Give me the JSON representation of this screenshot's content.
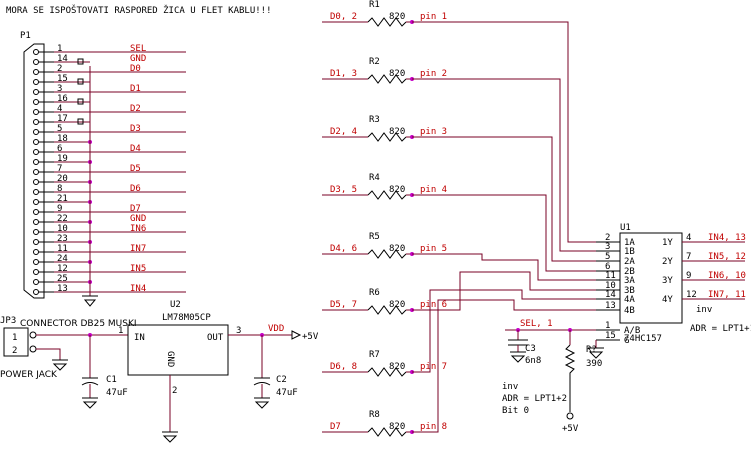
{
  "note": "MORA SE ISPOŠTOVATI RASPORED ŽICA U FLET KABLU!!!",
  "p1": {
    "ref": "P1",
    "name": "CONNECTOR DB25 MUSKI",
    "pins": [
      {
        "num": "1",
        "net": "SEL"
      },
      {
        "num": "14",
        "net": "GND"
      },
      {
        "num": "2",
        "net": "D0"
      },
      {
        "num": "15",
        "net": ""
      },
      {
        "num": "3",
        "net": "D1"
      },
      {
        "num": "16",
        "net": ""
      },
      {
        "num": "4",
        "net": "D2"
      },
      {
        "num": "17",
        "net": ""
      },
      {
        "num": "5",
        "net": "D3"
      },
      {
        "num": "18",
        "net": ""
      },
      {
        "num": "6",
        "net": "D4"
      },
      {
        "num": "19",
        "net": ""
      },
      {
        "num": "7",
        "net": "D5"
      },
      {
        "num": "20",
        "net": ""
      },
      {
        "num": "8",
        "net": "D6"
      },
      {
        "num": "21",
        "net": ""
      },
      {
        "num": "9",
        "net": "D7"
      },
      {
        "num": "22",
        "net": "GND"
      },
      {
        "num": "10",
        "net": "IN6"
      },
      {
        "num": "23",
        "net": ""
      },
      {
        "num": "11",
        "net": "IN7"
      },
      {
        "num": "24",
        "net": ""
      },
      {
        "num": "12",
        "net": "IN5"
      },
      {
        "num": "25",
        "net": ""
      },
      {
        "num": "13",
        "net": "IN4"
      }
    ]
  },
  "resistors": [
    {
      "ref": "R1",
      "value": "820",
      "net": "D0, 2",
      "pin": "pin 1"
    },
    {
      "ref": "R2",
      "value": "820",
      "net": "D1, 3",
      "pin": "pin 2"
    },
    {
      "ref": "R3",
      "value": "820",
      "net": "D2, 4",
      "pin": "pin 3"
    },
    {
      "ref": "R4",
      "value": "820",
      "net": "D3, 5",
      "pin": "pin 4"
    },
    {
      "ref": "R5",
      "value": "820",
      "net": "D4, 6",
      "pin": "pin 5"
    },
    {
      "ref": "R6",
      "value": "820",
      "net": "D5, 7",
      "pin": "pin 6"
    },
    {
      "ref": "R7",
      "value": "820",
      "net": "D6, 8",
      "pin": "pin 7"
    },
    {
      "ref": "R8",
      "value": "820",
      "net": "D7",
      "pin": "pin 8"
    }
  ],
  "u1": {
    "ref": "U1",
    "part": "74HC157",
    "left_pins": [
      {
        "num": "2",
        "name": "1A"
      },
      {
        "num": "3",
        "name": "1B"
      },
      {
        "num": "5",
        "name": "2A"
      },
      {
        "num": "6",
        "name": "2B"
      },
      {
        "num": "11",
        "name": "3A"
      },
      {
        "num": "10",
        "name": "3B"
      },
      {
        "num": "14",
        "name": "4A"
      },
      {
        "num": "13",
        "name": "4B"
      },
      {
        "num": "1",
        "name": "A/B"
      },
      {
        "num": "15",
        "name": "G"
      }
    ],
    "right_pins": [
      {
        "num": "4",
        "name": "1Y",
        "net": "IN4, 13"
      },
      {
        "num": "7",
        "name": "2Y",
        "net": "IN5, 12"
      },
      {
        "num": "9",
        "name": "3Y",
        "net": "IN6, 10"
      },
      {
        "num": "12",
        "name": "4Y",
        "net": "IN7, 11"
      }
    ],
    "inv": "inv",
    "adr": "ADR = LPT1+1"
  },
  "sel_net": "SEL, 1",
  "c3": {
    "ref": "C3",
    "value": "6n8"
  },
  "rq": {
    "ref": "R?",
    "value": "390"
  },
  "vcc_bottom": "+5V",
  "inv_note": [
    "inv",
    "ADR = LPT1+2",
    "Bit 0"
  ],
  "jp3": {
    "ref": "JP3",
    "name": "POWER JACK",
    "pins": [
      "1",
      "2"
    ]
  },
  "u2": {
    "ref": "U2",
    "part": "LM78M05CP",
    "in": "IN",
    "out": "OUT",
    "gnd": "GND",
    "pin_in": "1",
    "pin_gnd": "2",
    "pin_out": "3"
  },
  "c1": {
    "ref": "C1",
    "value": "47uF"
  },
  "c2": {
    "ref": "C2",
    "value": "47uF"
  },
  "vdd": {
    "label": "VDD",
    "value": "+5V"
  },
  "colors": {
    "wire": "#7a0026",
    "net_label": "#c00000",
    "junction": "#c400c4",
    "part": "#000000"
  }
}
